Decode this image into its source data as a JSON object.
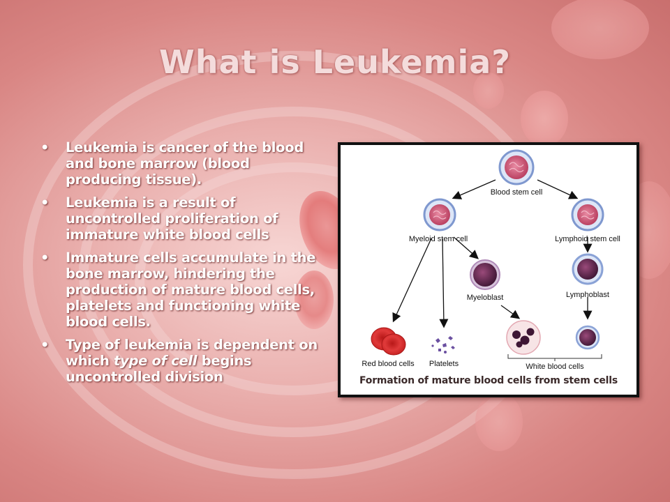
{
  "slide": {
    "title": "What is Leukemia?",
    "bullets": [
      {
        "text_before": "Leukemia is cancer of the blood and bone marrow (blood producing tissue).",
        "italic": "",
        "text_after": ""
      },
      {
        "text_before": "Leukemia is a result of uncontrolled proliferation of immature white blood cells",
        "italic": "",
        "text_after": ""
      },
      {
        "text_before": "Immature cells accumulate in the bone marrow, hindering the production of mature blood cells, platelets and functioning white blood cells.",
        "italic": "",
        "text_after": ""
      },
      {
        "text_before": "Type of leukemia is dependent on which ",
        "italic": "type of cell",
        "text_after": " begins uncontrolled division"
      }
    ]
  },
  "figure": {
    "caption": "Formation of mature blood cells from stem cells",
    "nodes": {
      "blood_stem_cell": "Blood stem cell",
      "myeloid_stem_cell": "Myeloid stem cell",
      "lymphoid_stem_cell": "Lymphoid stem cell",
      "myeloblast": "Myeloblast",
      "lymphoblast": "Lymphoblast",
      "red_blood_cells": "Red blood cells",
      "platelets": "Platelets",
      "white_blood_cells": "White blood cells"
    },
    "colors": {
      "stem_cell_ring": "#9fb6e6",
      "stem_cell_core": "#c04a6a",
      "blast_cell": "#5a2448",
      "red_cell": "#d92a2a",
      "arrow": "#111111"
    }
  }
}
